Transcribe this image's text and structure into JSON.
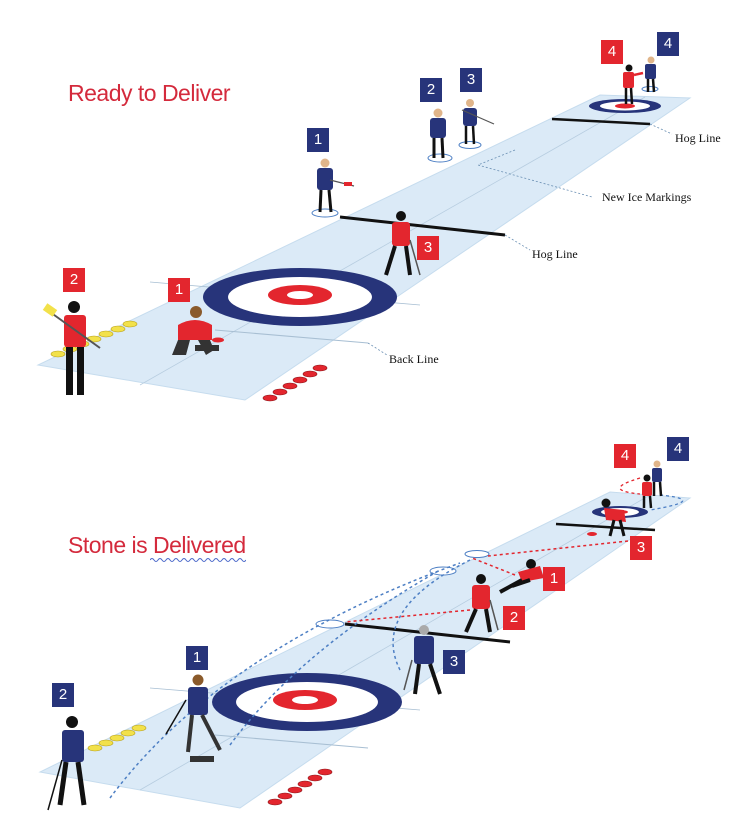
{
  "titles": {
    "top": "Ready to Deliver",
    "bottom": "Stone is Delivered"
  },
  "labels": {
    "hog_line_far": "Hog Line",
    "new_ice_markings": "New Ice Markings",
    "hog_line_near": "Hog Line",
    "back_line": "Back Line"
  },
  "badges_top": [
    {
      "label": "1",
      "team": "blue"
    },
    {
      "label": "2",
      "team": "blue"
    },
    {
      "label": "3",
      "team": "blue"
    },
    {
      "label": "4",
      "team": "red"
    },
    {
      "label": "4",
      "team": "blue"
    },
    {
      "label": "2",
      "team": "red"
    },
    {
      "label": "1",
      "team": "red"
    },
    {
      "label": "3",
      "team": "red"
    }
  ],
  "badges_bottom": [
    {
      "label": "4",
      "team": "red"
    },
    {
      "label": "4",
      "team": "blue"
    },
    {
      "label": "3",
      "team": "red"
    },
    {
      "label": "1",
      "team": "red"
    },
    {
      "label": "2",
      "team": "red"
    },
    {
      "label": "3",
      "team": "blue"
    },
    {
      "label": "1",
      "team": "blue"
    },
    {
      "label": "2",
      "team": "blue"
    }
  ],
  "colors": {
    "ice": "#dbeaf7",
    "ice_edge": "#c6dcee",
    "house_blue": "#27347a",
    "house_red": "#e3262e",
    "title_red": "#d42a3c",
    "team_red": "#e3262e",
    "team_blue": "#27347a",
    "stone_yellow": "#f2e14a",
    "dotted_red": "#e3262e",
    "dotted_blue": "#4d7fc4"
  }
}
